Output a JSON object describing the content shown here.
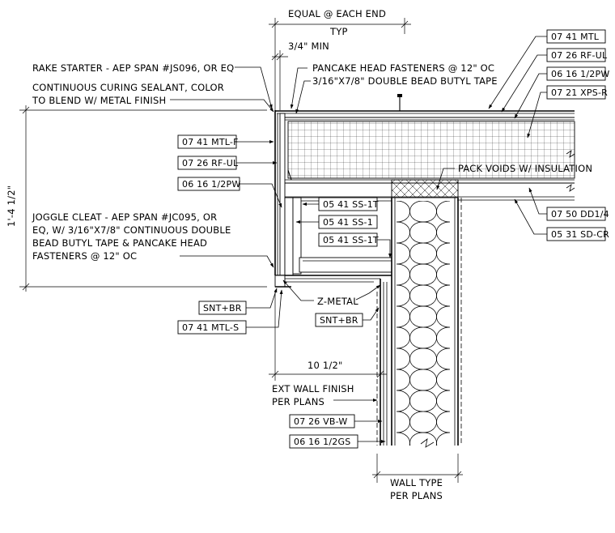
{
  "dimensions": {
    "equal_each_end": "EQUAL @ EACH END",
    "typ": "TYP",
    "min_3_4": "3/4\" MIN",
    "height": "1'-4 1/2\"",
    "width": "10 1/2\""
  },
  "notes": {
    "rake_starter": "RAKE STARTER - AEP SPAN #JS096, OR EQ",
    "sealant_line1": "CONTINUOUS CURING SEALANT, COLOR",
    "sealant_line2": "TO BLEND W/ METAL FINISH",
    "pancake": "PANCAKE HEAD FASTENERS @ 12\" OC",
    "butyl_tape": "3/16\"X7/8\" DOUBLE BEAD BUTYL TAPE",
    "pack_voids": "PACK VOIDS W/ INSULATION",
    "joggle_line1": "JOGGLE CLEAT - AEP SPAN #JC095, OR",
    "joggle_line2": "EQ, W/ 3/16\"X7/8\" CONTINUOUS DOUBLE",
    "joggle_line3": "BEAD BUTYL TAPE & PANCAKE HEAD",
    "joggle_line4": "FASTENERS @ 12\" OC",
    "z_metal": "Z-METAL",
    "ext_wall_line1": "EXT WALL FINISH",
    "ext_wall_line2": "PER PLANS",
    "wall_type_line1": "WALL TYPE",
    "wall_type_line2": "PER PLANS"
  },
  "tags_right": [
    "07 41 MTL",
    "07 26 RF-UL",
    "06 16 1/2PW",
    "07 21 XPS-R"
  ],
  "tags_right_lower": [
    "07 50 DD1/4",
    "05 31 SD-CR"
  ],
  "tags_left": [
    "07 41 MTL-F",
    "07 26 RF-UL",
    "06 16 1/2PW"
  ],
  "tags_center": [
    "05 41 SS-1T",
    "05 41 SS-1",
    "05 41 SS-1T"
  ],
  "tags_bottom_left": [
    "SNT+BR",
    "07 41 MTL-S"
  ],
  "tag_zmetal": "SNT+BR",
  "tags_wall": [
    "07 26 VB-W",
    "06 16 1/2GS"
  ]
}
